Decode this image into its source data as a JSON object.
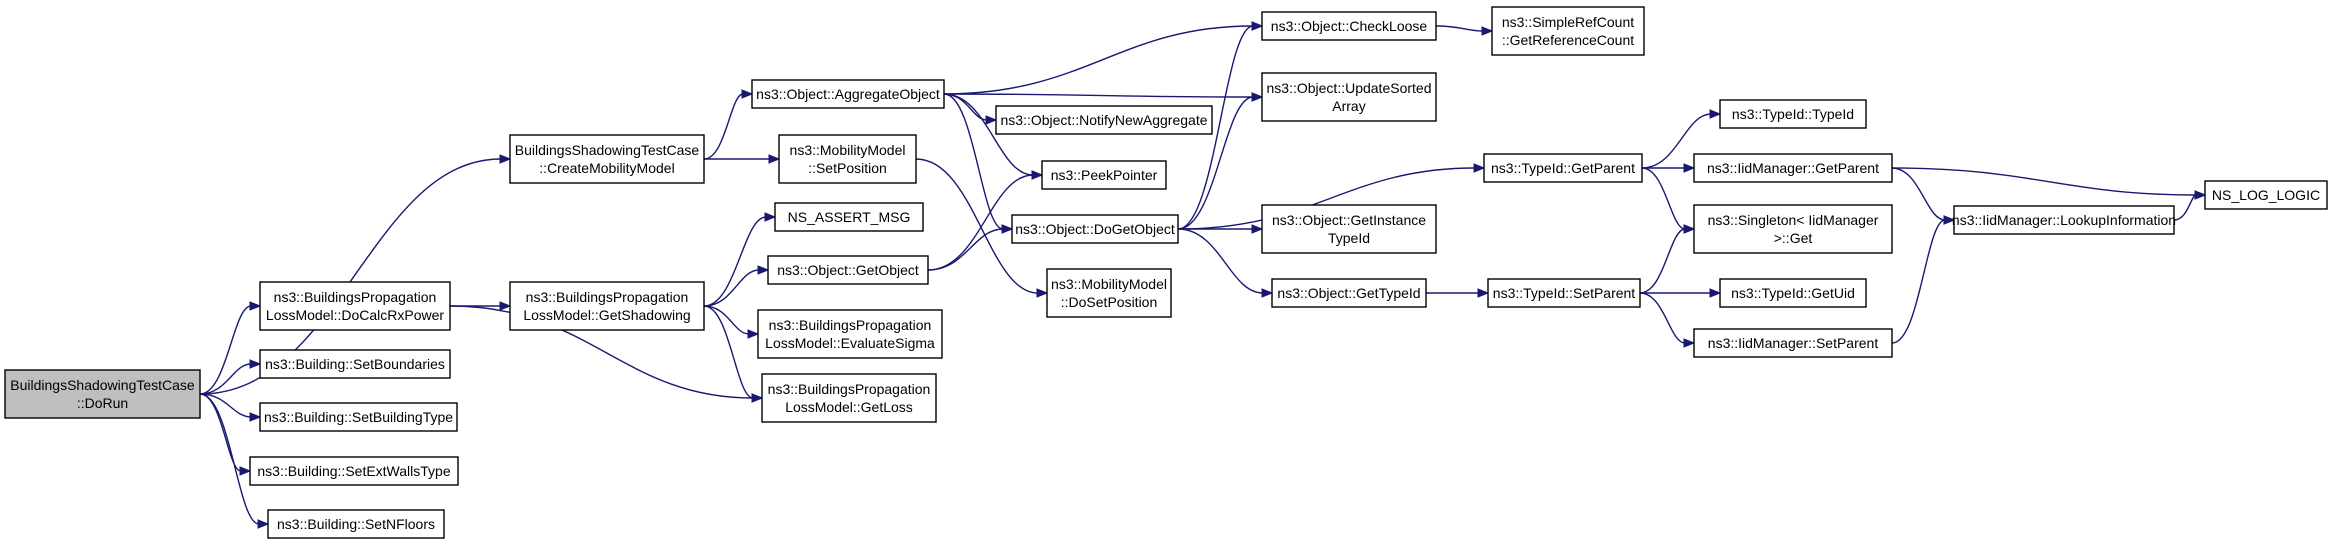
{
  "diagram": {
    "type": "call-graph",
    "nodes": [
      {
        "id": "dorun",
        "lines": [
          "BuildingsShadowingTestCase",
          "::DoRun"
        ],
        "highlighted": true
      },
      {
        "id": "createmob",
        "lines": [
          "BuildingsShadowingTestCase",
          "::CreateMobilityModel"
        ]
      },
      {
        "id": "docalcrx",
        "lines": [
          "ns3::BuildingsPropagation",
          "LossModel::DoCalcRxPower"
        ]
      },
      {
        "id": "setboundaries",
        "lines": [
          "ns3::Building::SetBoundaries"
        ]
      },
      {
        "id": "setbuildingtype",
        "lines": [
          "ns3::Building::SetBuildingType"
        ]
      },
      {
        "id": "setextwalls",
        "lines": [
          "ns3::Building::SetExtWallsType"
        ]
      },
      {
        "id": "setnfloors",
        "lines": [
          "ns3::Building::SetNFloors"
        ]
      },
      {
        "id": "aggregate",
        "lines": [
          "ns3::Object::AggregateObject"
        ]
      },
      {
        "id": "setposition",
        "lines": [
          "ns3::MobilityModel",
          "::SetPosition"
        ]
      },
      {
        "id": "getshadowing",
        "lines": [
          "ns3::BuildingsPropagation",
          "LossModel::GetShadowing"
        ]
      },
      {
        "id": "getloss",
        "lines": [
          "ns3::BuildingsPropagation",
          "LossModel::GetLoss"
        ]
      },
      {
        "id": "assert",
        "lines": [
          "NS_ASSERT_MSG"
        ]
      },
      {
        "id": "getobject",
        "lines": [
          "ns3::Object::GetObject"
        ]
      },
      {
        "id": "evalsigma",
        "lines": [
          "ns3::BuildingsPropagation",
          "LossModel::EvaluateSigma"
        ]
      },
      {
        "id": "notifynew",
        "lines": [
          "ns3::Object::NotifyNewAggregate"
        ]
      },
      {
        "id": "peek",
        "lines": [
          "ns3::PeekPointer"
        ]
      },
      {
        "id": "dogetobject",
        "lines": [
          "ns3::Object::DoGetObject"
        ]
      },
      {
        "id": "dosetposition",
        "lines": [
          "ns3::MobilityModel",
          "::DoSetPosition"
        ]
      },
      {
        "id": "checkloose",
        "lines": [
          "ns3::Object::CheckLoose"
        ]
      },
      {
        "id": "updatesorted",
        "lines": [
          "ns3::Object::UpdateSorted",
          "Array"
        ]
      },
      {
        "id": "getinstance",
        "lines": [
          "ns3::Object::GetInstance",
          "TypeId"
        ]
      },
      {
        "id": "gettypeid",
        "lines": [
          "ns3::Object::GetTypeId"
        ]
      },
      {
        "id": "refcount",
        "lines": [
          "ns3::SimpleRefCount",
          "::GetReferenceCount"
        ]
      },
      {
        "id": "tgetparent",
        "lines": [
          "ns3::TypeId::GetParent"
        ]
      },
      {
        "id": "tsetparent",
        "lines": [
          "ns3::TypeId::SetParent"
        ]
      },
      {
        "id": "typeid",
        "lines": [
          "ns3::TypeId::TypeId"
        ]
      },
      {
        "id": "lgetparent",
        "lines": [
          "ns3::IidManager::GetParent"
        ]
      },
      {
        "id": "singleton",
        "lines": [
          "ns3::Singleton< IidManager",
          " >::Get"
        ]
      },
      {
        "id": "getuid",
        "lines": [
          "ns3::TypeId::GetUid"
        ]
      },
      {
        "id": "lsetparent",
        "lines": [
          "ns3::IidManager::SetParent"
        ]
      },
      {
        "id": "lookup",
        "lines": [
          "ns3::IidManager::LookupInformation"
        ]
      },
      {
        "id": "nslog",
        "lines": [
          "NS_LOG_LOGIC"
        ]
      }
    ],
    "edges": [
      {
        "from": "dorun",
        "to": "createmob"
      },
      {
        "from": "dorun",
        "to": "docalcrx"
      },
      {
        "from": "dorun",
        "to": "setboundaries"
      },
      {
        "from": "dorun",
        "to": "setbuildingtype"
      },
      {
        "from": "dorun",
        "to": "setextwalls"
      },
      {
        "from": "dorun",
        "to": "setnfloors"
      },
      {
        "from": "createmob",
        "to": "aggregate"
      },
      {
        "from": "createmob",
        "to": "setposition"
      },
      {
        "from": "docalcrx",
        "to": "getshadowing"
      },
      {
        "from": "docalcrx",
        "to": "getloss"
      },
      {
        "from": "aggregate",
        "to": "checkloose"
      },
      {
        "from": "aggregate",
        "to": "updatesorted"
      },
      {
        "from": "aggregate",
        "to": "notifynew"
      },
      {
        "from": "aggregate",
        "to": "peek"
      },
      {
        "from": "aggregate",
        "to": "dogetobject"
      },
      {
        "from": "setposition",
        "to": "dosetposition"
      },
      {
        "from": "getshadowing",
        "to": "assert"
      },
      {
        "from": "getshadowing",
        "to": "getobject"
      },
      {
        "from": "getshadowing",
        "to": "evalsigma"
      },
      {
        "from": "getshadowing",
        "to": "getloss"
      },
      {
        "from": "getobject",
        "to": "peek"
      },
      {
        "from": "getobject",
        "to": "dogetobject"
      },
      {
        "from": "dogetobject",
        "to": "checkloose"
      },
      {
        "from": "dogetobject",
        "to": "updatesorted"
      },
      {
        "from": "dogetobject",
        "to": "tgetparent"
      },
      {
        "from": "dogetobject",
        "to": "getinstance"
      },
      {
        "from": "dogetobject",
        "to": "gettypeid"
      },
      {
        "from": "checkloose",
        "to": "refcount"
      },
      {
        "from": "gettypeid",
        "to": "tsetparent"
      },
      {
        "from": "tgetparent",
        "to": "typeid"
      },
      {
        "from": "tgetparent",
        "to": "lgetparent"
      },
      {
        "from": "tgetparent",
        "to": "singleton"
      },
      {
        "from": "tsetparent",
        "to": "singleton"
      },
      {
        "from": "tsetparent",
        "to": "getuid"
      },
      {
        "from": "tsetparent",
        "to": "lsetparent"
      },
      {
        "from": "lgetparent",
        "to": "lookup"
      },
      {
        "from": "lgetparent",
        "to": "nslog"
      },
      {
        "from": "lsetparent",
        "to": "lookup"
      },
      {
        "from": "lookup",
        "to": "nslog"
      }
    ]
  }
}
